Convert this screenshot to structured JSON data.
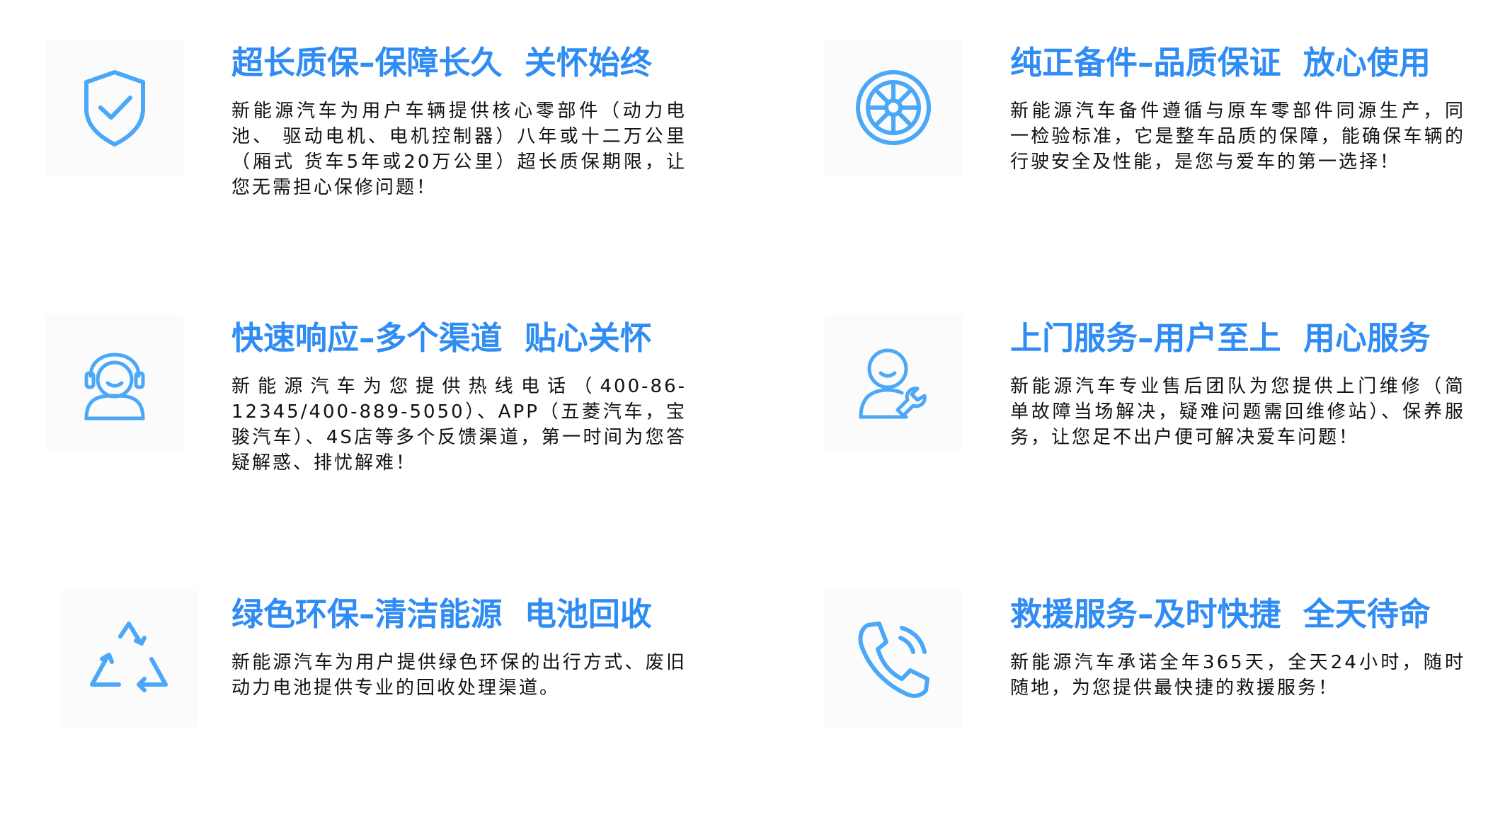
{
  "accent_color": "#2f8cf4",
  "icon_color": "#4ba8f8",
  "cards": [
    {
      "icon": "shield-check-icon",
      "title": "超长质保–保障长久  关怀始终",
      "body": "新能源汽车为用户车辆提供核心零部件（动力电池、 驱动电机、电机控制器）八年或十二万公里（厢式 货车5年或20万公里）超长质保期限，让您无需担心保修问题！"
    },
    {
      "icon": "wheel-icon",
      "title": "纯正备件–品质保证  放心使用",
      "body": "新能源汽车备件遵循与原车零部件同源生产，同 一检验标准，它是整车品质的保障，能确保车辆的行驶安全及性能，是您与爱车的第一选择！"
    },
    {
      "icon": "headset-agent-icon",
      "title": "快速响应–多个渠道  贴心关怀",
      "body": "新能源汽车为您提供热线电话（400-86-12345/400-889-5050）、APP（五菱汽车，宝骏汽车）、4S店等多个反馈渠道，第一时间为您答疑解惑、排忧解难！"
    },
    {
      "icon": "user-wrench-icon",
      "title": "上门服务–用户至上  用心服务",
      "body": "新能源汽车专业售后团队为您提供上门维修（简 单故障当场解决，疑难问题需回维修站）、保养服务，让您足不出户便可解决爱车问题！"
    },
    {
      "icon": "recycle-icon",
      "title": "绿色环保–清洁能源  电池回收",
      "body": "新能源汽车为用户提供绿色环保的出行方式、废旧动力电池提供专业的回收处理渠道。"
    },
    {
      "icon": "phone-call-icon",
      "title": "救援服务–及时快捷  全天待命",
      "body": "新能源汽车承诺全年365天，全天24小时，随时随地，为您提供最快捷的救援服务！"
    }
  ]
}
